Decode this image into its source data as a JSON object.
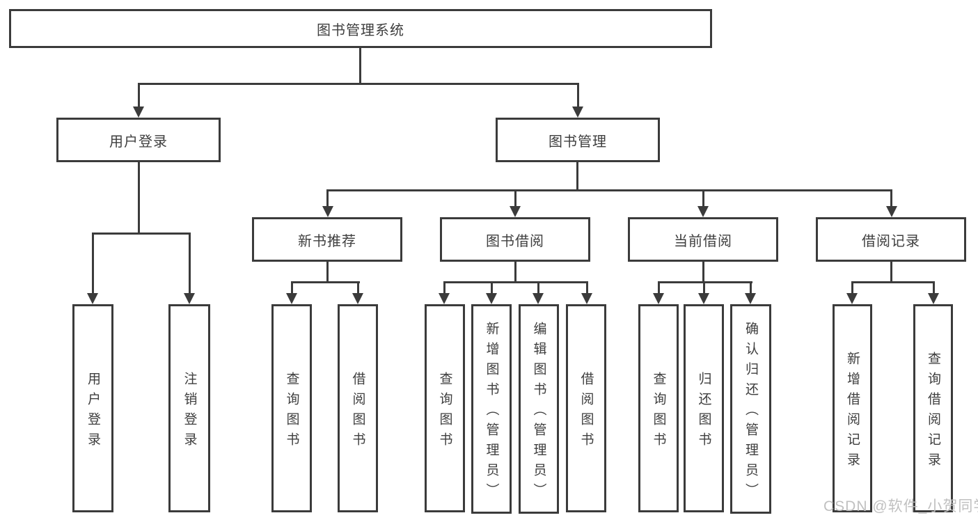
{
  "colors": {
    "line": "#3b3b3b",
    "text": "#3e3e3e",
    "bg": "#ffffff",
    "watermark": "#bdbdbd"
  },
  "watermark": {
    "text": "CSDN @软件_小贺同学"
  },
  "tree": {
    "root": {
      "label": "图书管理系统"
    },
    "l2": [
      {
        "label": "用户登录",
        "children": [
          {
            "label": "用户登录"
          },
          {
            "label": "注销登录"
          }
        ]
      },
      {
        "label": "图书管理",
        "children": [
          {
            "label": "新书推荐",
            "children": [
              {
                "label": "查询图书"
              },
              {
                "label": "借阅图书"
              }
            ]
          },
          {
            "label": "图书借阅",
            "children": [
              {
                "label": "查询图书"
              },
              {
                "label": "新增图书（管理员）"
              },
              {
                "label": "编辑图书（管理员）"
              },
              {
                "label": "借阅图书"
              }
            ]
          },
          {
            "label": "当前借阅",
            "children": [
              {
                "label": "查询图书"
              },
              {
                "label": "归还图书"
              },
              {
                "label": "确认归还（管理员）"
              }
            ]
          },
          {
            "label": "借阅记录",
            "children": [
              {
                "label": "新增借阅记录"
              },
              {
                "label": "查询借阅记录"
              }
            ]
          }
        ]
      }
    ]
  }
}
